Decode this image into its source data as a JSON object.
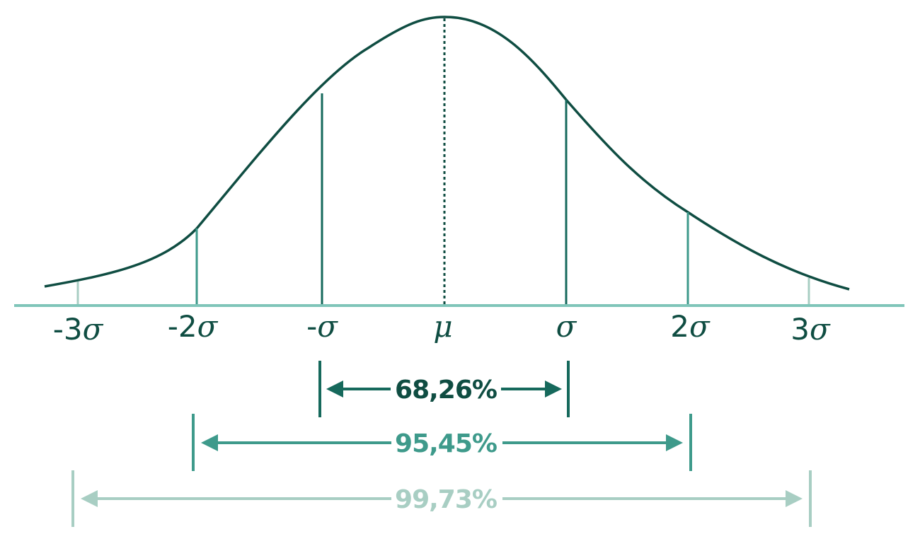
{
  "colors": {
    "curve": "#0f4d42",
    "sigma1": "#16695c",
    "sigma2": "#3e9a8b",
    "sigma3": "#a8cec3",
    "axis": "#7fc5b9",
    "mean_line": "#0f4d42"
  },
  "axis_labels": {
    "neg3": {
      "prefix": "-3",
      "symbol": "σ"
    },
    "neg2": {
      "prefix": "-2",
      "symbol": "σ"
    },
    "neg1": {
      "prefix": "-",
      "symbol": "σ"
    },
    "mean": {
      "prefix": "",
      "symbol": "μ"
    },
    "pos1": {
      "prefix": "",
      "symbol": "σ"
    },
    "pos2": {
      "prefix": "2",
      "symbol": "σ"
    },
    "pos3": {
      "prefix": "3",
      "symbol": "σ"
    }
  },
  "ranges": {
    "one_sigma": "68,26%",
    "two_sigma": "95,45%",
    "three_sigma": "99,73%"
  }
}
